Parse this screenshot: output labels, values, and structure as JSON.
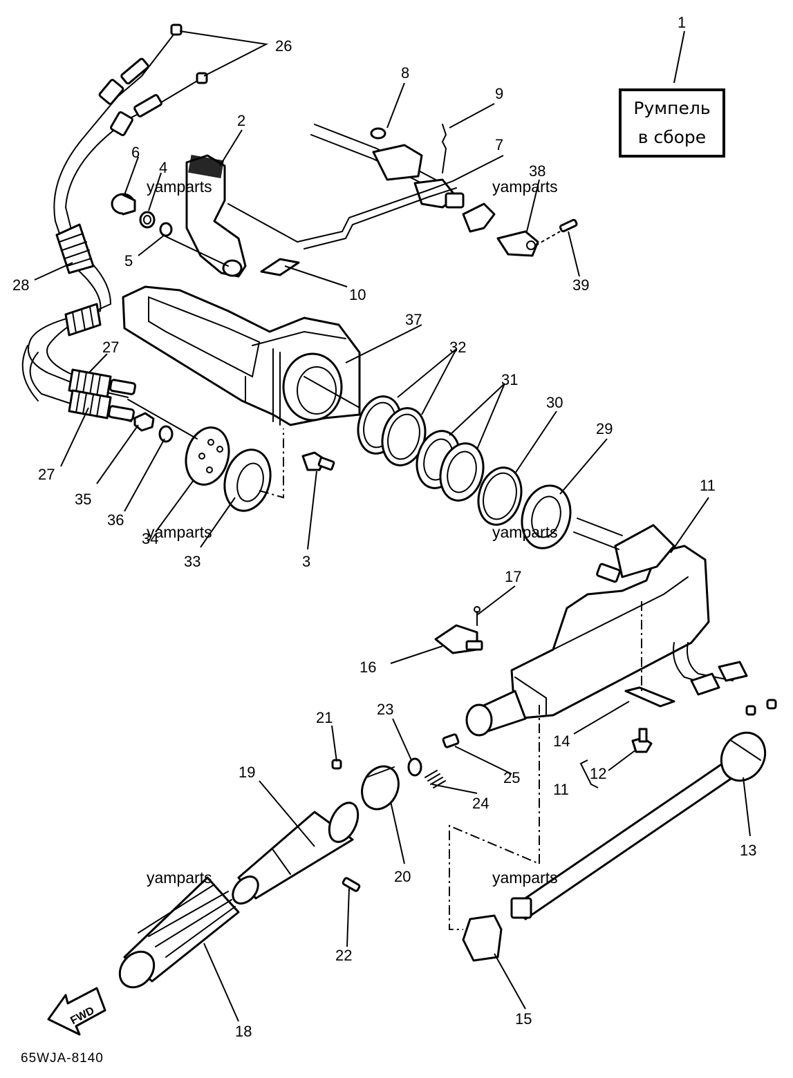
{
  "assembly": {
    "title_line1": "Румпель",
    "title_line2": "в сборе",
    "diagram_code": "65WJA-8140",
    "fwd_label": "FWD"
  },
  "watermark": "yamparts",
  "callouts": {
    "c1": "1",
    "c2": "2",
    "c3": "3",
    "c4": "4",
    "c5": "5",
    "c6": "6",
    "c7": "7",
    "c8": "8",
    "c9": "9",
    "c10": "10",
    "c11a": "11",
    "c11b": "11",
    "c12": "12",
    "c13": "13",
    "c14": "14",
    "c15": "15",
    "c16": "16",
    "c17": "17",
    "c18": "18",
    "c19": "19",
    "c20": "20",
    "c21": "21",
    "c22": "22",
    "c23": "23",
    "c24": "24",
    "c25": "25",
    "c26": "26",
    "c27a": "27",
    "c27b": "27",
    "c28": "28",
    "c29": "29",
    "c30": "30",
    "c31": "31",
    "c32": "32",
    "c33": "33",
    "c34": "34",
    "c35": "35",
    "c36": "36",
    "c37": "37",
    "c38": "38",
    "c39": "39"
  }
}
